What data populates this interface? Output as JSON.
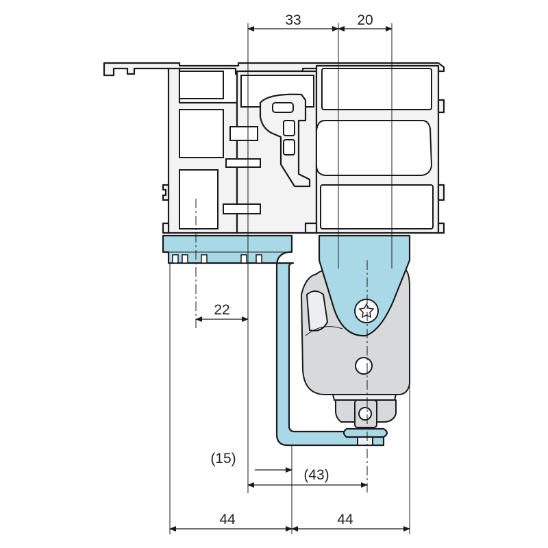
{
  "drawing": {
    "subject": "frame-profile-with-mounting-bracket-and-hinge",
    "dimensions": {
      "top_left": "33",
      "top_right": "20",
      "mid": "22",
      "lower_left_paren": "(15)",
      "lower_right_paren": "(43)",
      "bottom_left": "44",
      "bottom_right": "44"
    },
    "colors": {
      "bracket_fill": "#a9d8e6",
      "profile_fill": "#f3f3f3",
      "hinge_body": "#d7d9db",
      "line": "#1a1a1a"
    }
  }
}
